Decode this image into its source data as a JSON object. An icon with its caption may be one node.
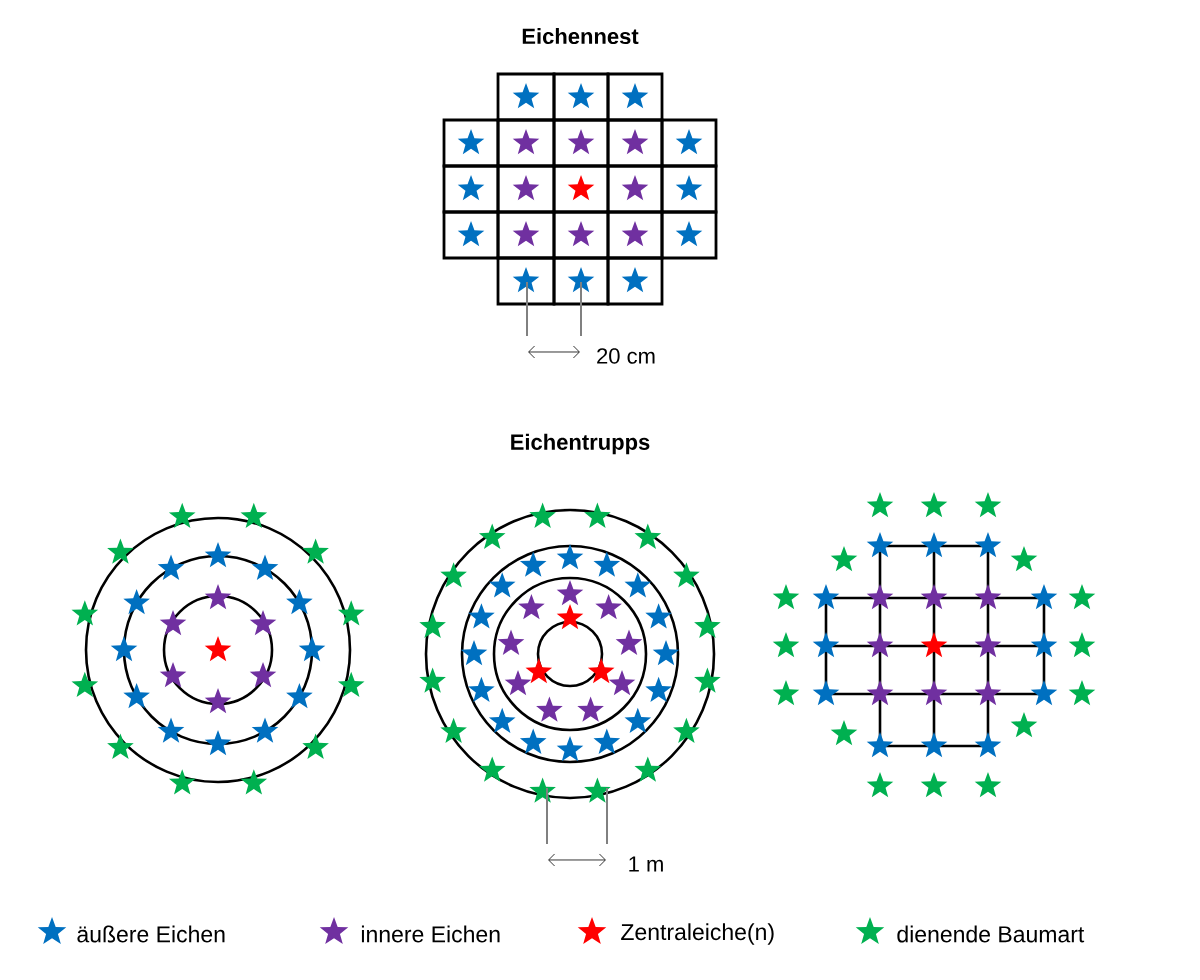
{
  "diagram": {
    "labels": [
      "Eichennest",
      "20 cm",
      "Eichentrupps",
      "1 m"
    ],
    "legend": [
      {
        "text": "äußere Eichen",
        "color": "#0070c0"
      },
      {
        "text": "innere Eichen",
        "color": "#7030a0"
      },
      {
        "text": "Zentraleiche(n)",
        "color": "#ff0000"
      },
      {
        "text": "dienende Baumart",
        "color": "#00b050"
      }
    ]
  }
}
